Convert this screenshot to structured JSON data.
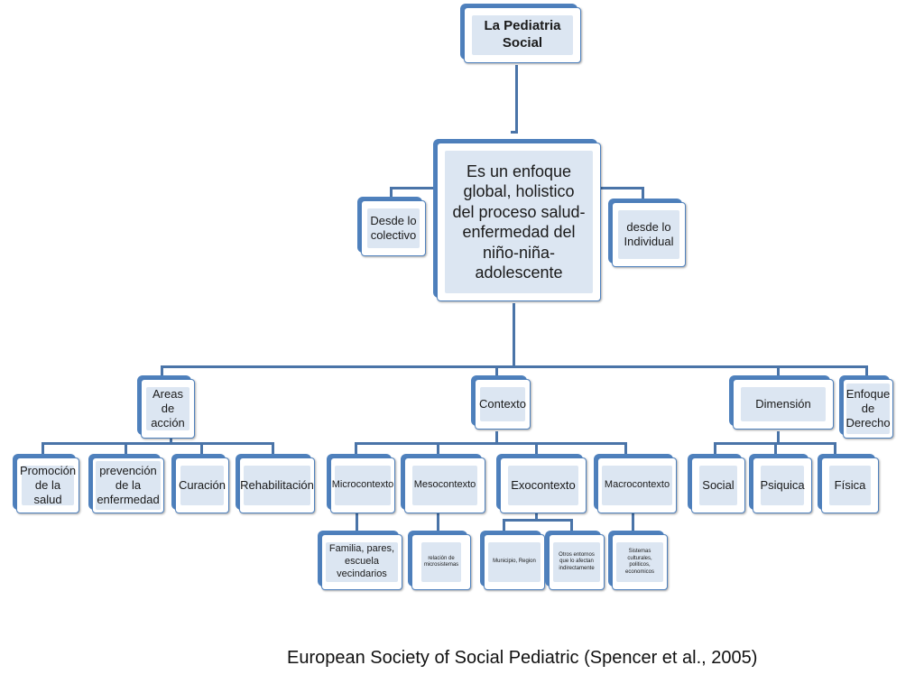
{
  "diagram": {
    "root": "La Pediatria Social",
    "center": "Es un enfoque global, holistico del proceso salud-enfermedad del niño-niña-adolescente",
    "side_left": "Desde lo colectivo",
    "side_right": "desde lo Individual",
    "areas": {
      "label": "Areas de acción",
      "children": [
        "Promoción de la salud",
        "prevención de la enfermedad",
        "Curación",
        "Rehabilitación"
      ]
    },
    "contexto": {
      "label": "Contexto",
      "microcontexto": {
        "label": "Microcontexto",
        "detail": "Familia, pares, escuela vecindarios"
      },
      "mesocontexto": {
        "label": "Mesocontexto",
        "detail": "relación de microsistemas"
      },
      "exocontexto": {
        "label": "Exocontexto",
        "details": [
          "Municipio, Region",
          "Otros entornos que lo afectan indirectamente"
        ]
      },
      "macrocontexto": {
        "label": "Macrocontexto",
        "detail": "Sistemas culturales, politicos, economicos"
      }
    },
    "dimension": {
      "label": "Dimensión",
      "children": [
        "Social",
        "Psiquica",
        "Física"
      ]
    },
    "enfoque": "Enfoque de Derecho"
  },
  "citation": "European Society of Social Pediatric (Spencer et al., 2005)",
  "colors": {
    "box_border": "#4f81bd",
    "box_fill": "#dce6f2",
    "connector": "#4a74a8"
  }
}
